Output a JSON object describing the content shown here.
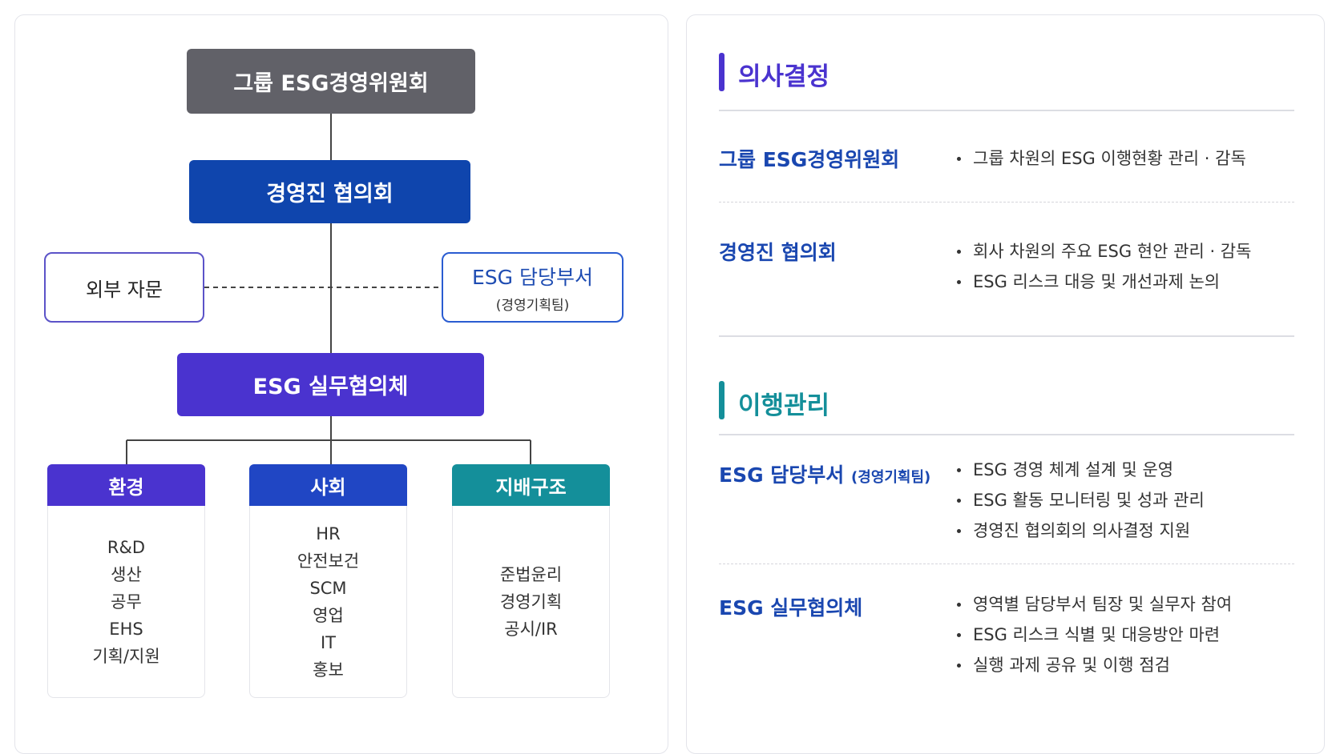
{
  "org_chart": {
    "top": "그룹 ESG경영위원회",
    "exec": "경영진 협의회",
    "advisory": "외부 자문",
    "esg_dept": {
      "name": "ESG 담당부서",
      "sub": "(경영기획팀)"
    },
    "working": "ESG 실무협의체",
    "areas": [
      {
        "title": "환경",
        "items": [
          "R&D",
          "생산",
          "공무",
          "EHS",
          "기획/지원"
        ]
      },
      {
        "title": "사회",
        "items": [
          "HR",
          "안전보건",
          "SCM",
          "영업",
          "IT",
          "홍보"
        ]
      },
      {
        "title": "지배구조",
        "items": [
          "준법윤리",
          "경영기획",
          "공시/IR"
        ]
      }
    ]
  },
  "sections": [
    {
      "title": "의사결정",
      "rows": [
        {
          "label": "그룹 ESG경영위원회",
          "label_sub": "",
          "bullets": [
            "그룹 차원의 ESG 이행현황 관리 · 감독"
          ]
        },
        {
          "label": "경영진 협의회",
          "label_sub": "",
          "bullets": [
            "회사 차원의 주요 ESG 현안 관리 · 감독",
            "ESG 리스크 대응 및 개선과제 논의"
          ]
        }
      ]
    },
    {
      "title": "이행관리",
      "rows": [
        {
          "label": "ESG 담당부서",
          "label_sub": "(경영기획팀)",
          "bullets": [
            "ESG 경영 체계 설계 및 운영",
            "ESG 활동 모니터링 및 성과 관리",
            "경영진 협의회의 의사결정 지원"
          ]
        },
        {
          "label": "ESG 실무협의체",
          "label_sub": "",
          "bullets": [
            "영역별 담당부서 팀장 및 실무자 참여",
            "ESG 리스크 식별 및 대응방안 마련",
            "실행 과제 공유 및 이행 점검"
          ]
        }
      ]
    }
  ],
  "colors": {
    "gray": "#616168",
    "navy": "#0f45ad",
    "purple": "#4a33cf",
    "blue": "#2046c4",
    "teal": "#148f9a"
  }
}
